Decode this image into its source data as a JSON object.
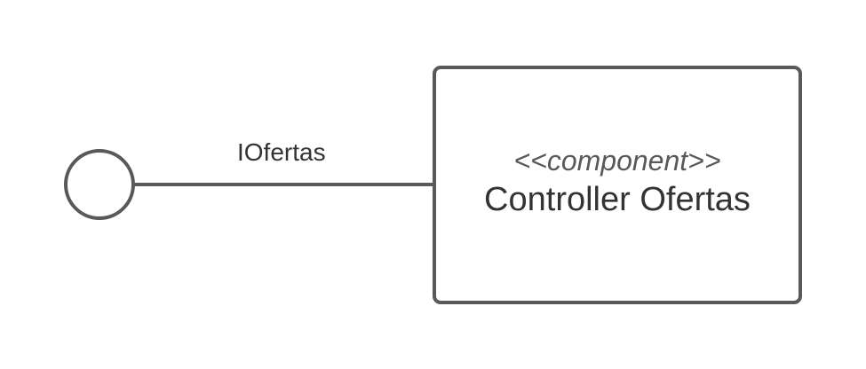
{
  "interface": {
    "name": "IOfertas"
  },
  "component": {
    "stereotype": "<<component>>",
    "name": "Controller Ofertas"
  },
  "colors": {
    "stroke": "#595959",
    "text": "#333333",
    "background": "#ffffff"
  }
}
